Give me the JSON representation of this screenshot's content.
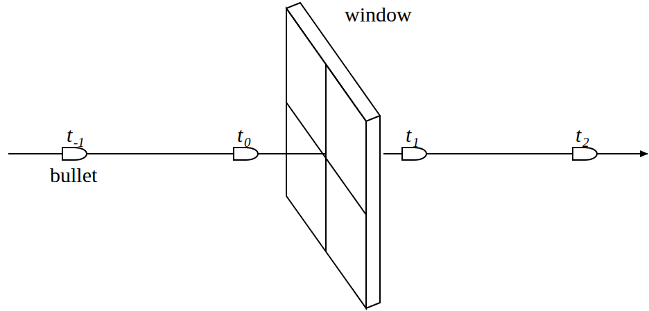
{
  "diagram": {
    "labels": [
      "t",
      "-1",
      "bullet",
      "t",
      "0",
      "window",
      "t",
      "1",
      "t",
      "2"
    ]
  }
}
